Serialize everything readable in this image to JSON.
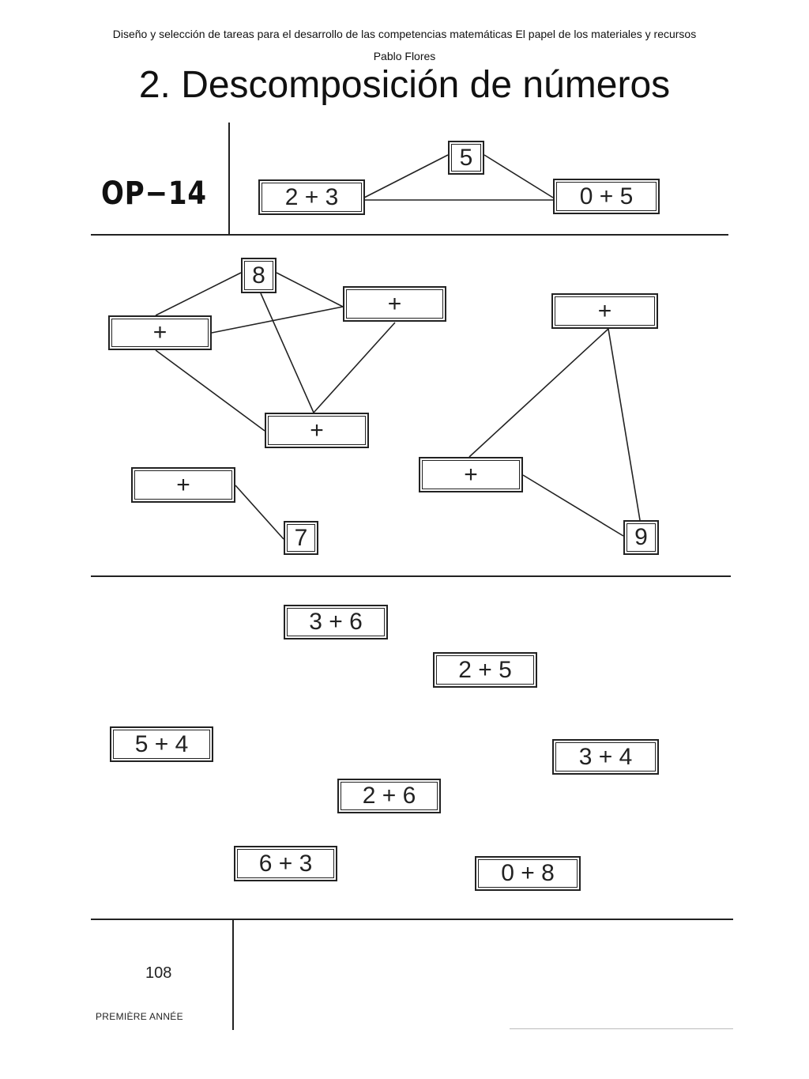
{
  "header": {
    "title_line": "Diseño y selección de tareas para el desarrollo de las competencias matemáticas El papel de los materiales y recursos",
    "author": "Pablo Flores"
  },
  "slide_title": "2. Descomposición de números",
  "worksheet": {
    "code": "OP−14",
    "example": {
      "target": "5",
      "left": "2 + 3",
      "right": "0 + 5"
    },
    "exercise_1": {
      "target": "8",
      "slots": [
        "+",
        "+",
        "+"
      ]
    },
    "exercise_2": {
      "target": "9",
      "slots": [
        "+",
        "+"
      ]
    },
    "exercise_3": {
      "target": "7",
      "slots": [
        "+"
      ]
    },
    "expressions": [
      "3 + 6",
      "2 + 5",
      "5 + 4",
      "3 + 4",
      "2 + 6",
      "6 + 3",
      "0 + 8"
    ]
  },
  "footer": {
    "page_number": "108",
    "label": "PREMIÈRE ANNÉE"
  }
}
